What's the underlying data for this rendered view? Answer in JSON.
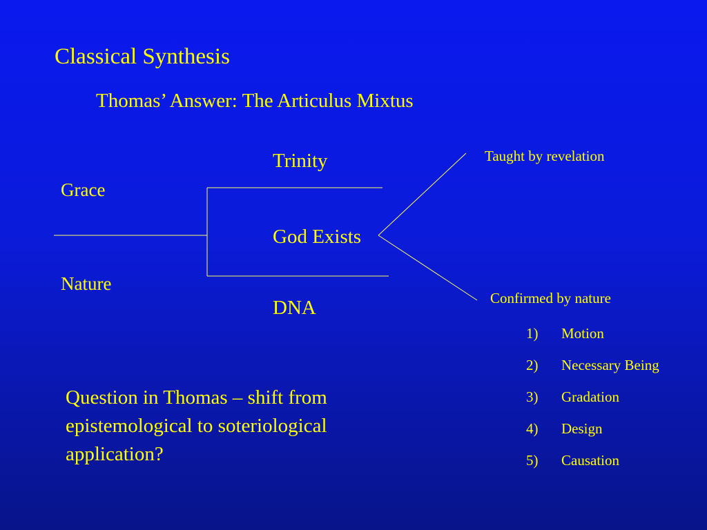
{
  "slide": {
    "title": "Classical Synthesis",
    "subtitle": "Thomas’ Answer: The Articulus Mixtus",
    "grace": "Grace",
    "nature": "Nature",
    "trinity": "Trinity",
    "god_exists": "God Exists",
    "dna": "DNA",
    "taught": "Taught by revelation",
    "confirmed": "Confirmed by nature",
    "ways": [
      {
        "num": "1)",
        "label": "Motion"
      },
      {
        "num": "2)",
        "label": "Necessary Being"
      },
      {
        "num": "3)",
        "label": "Gradation"
      },
      {
        "num": "4)",
        "label": "Design"
      },
      {
        "num": "5)",
        "label": "Causation"
      }
    ],
    "question_lines": [
      "Question in Thomas – shift from",
      "epistemological to soteriological",
      "application?"
    ]
  },
  "colors": {
    "text": "#ffff00",
    "lines": "#ffff66",
    "background_top": "#0a19ee",
    "background_bottom": "#081489"
  }
}
